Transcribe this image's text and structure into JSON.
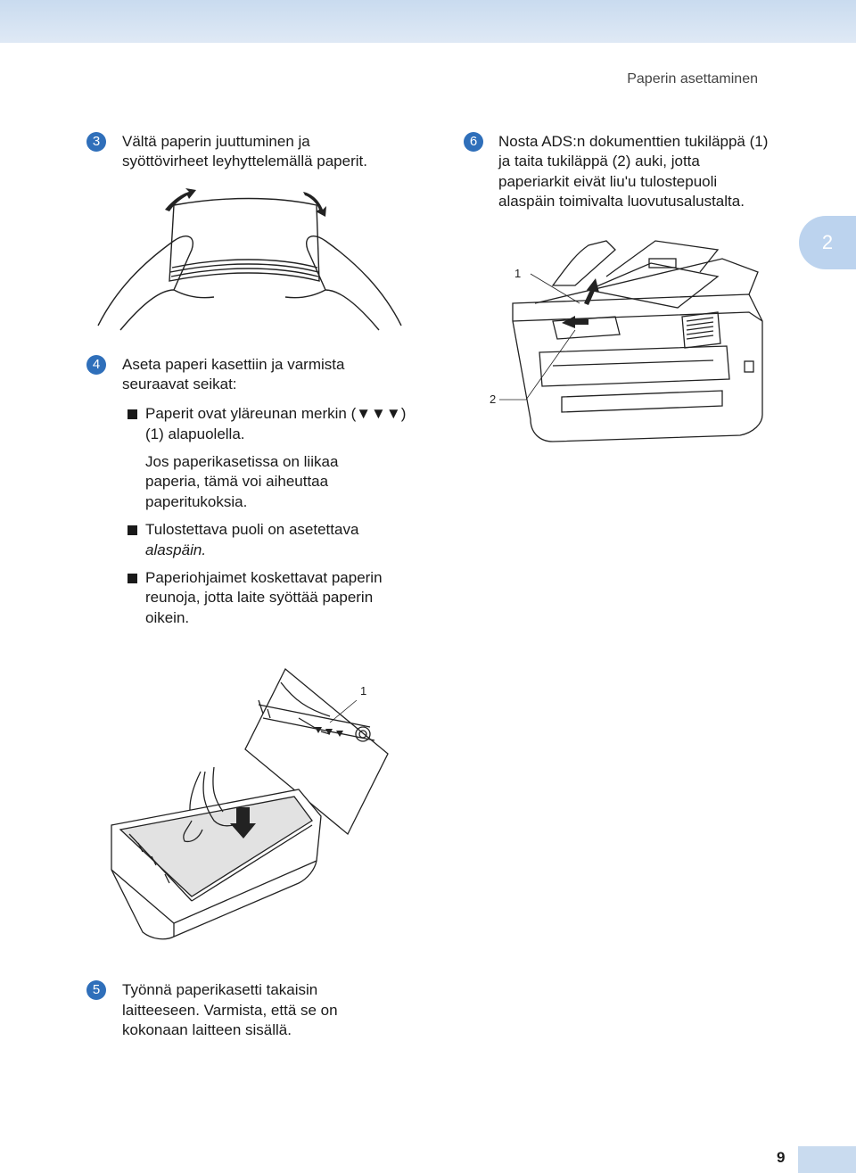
{
  "header": {
    "title": "Paperin asettaminen"
  },
  "chapter_tab": "2",
  "steps": {
    "s3": {
      "badge": "3",
      "line1": "Vältä paperin juuttuminen ja",
      "line2": "syöttövirheet leyhyttelemällä paperit."
    },
    "s4": {
      "badge": "4",
      "line1": "Aseta paperi kasettiin ja varmista",
      "line2": "seuraavat seikat:",
      "b1_line1": "Paperit ovat yläreunan merkin (▼▼▼)",
      "b1_line2": "(1) alapuolella.",
      "note1": "Jos paperikasetissa on liikaa",
      "note2": "paperia, tämä voi aiheuttaa",
      "note3": "paperitukoksia.",
      "b2_line1": "Tulostettava puoli on asetettava",
      "b2_line2": "alaspäin.",
      "b3_line1": "Paperiohjaimet koskettavat paperin",
      "b3_line2": "reunoja, jotta laite syöttää paperin",
      "b3_line3": "oikein."
    },
    "s5": {
      "badge": "5",
      "line1": "Työnnä paperikasetti takaisin",
      "line2": "laitteeseen. Varmista, että se on",
      "line3": "kokonaan laitteen sisällä."
    },
    "s6": {
      "badge": "6",
      "line1": "Nosta ADS:n dokumenttien tukiläppä (1)",
      "line2": "ja taita tukiläppä (2) auki, jotta",
      "line3": "paperiarkit eivät liu'u tulostepuoli",
      "line4": "alaspäin toimivalta luovutusalustalta."
    }
  },
  "labels": {
    "printer_1": "1",
    "printer_2": "2",
    "tray_1": "1"
  },
  "page_number": "9"
}
